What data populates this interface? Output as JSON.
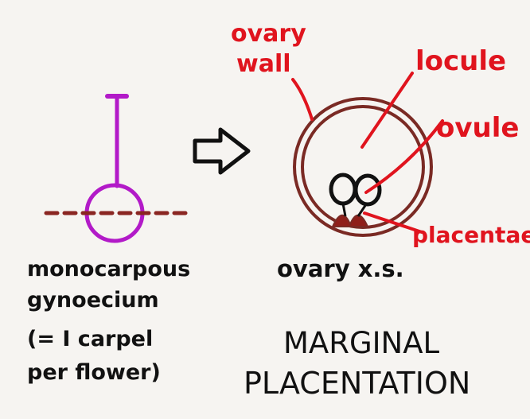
{
  "left_caption": {
    "line1": "monocarpous",
    "line2": "gynoecium",
    "line3": "(= I carpel",
    "line4": "per flower)"
  },
  "labels": {
    "ovary_wall_line1": "ovary",
    "ovary_wall_line2": "wall",
    "locule": "locule",
    "ovule": "ovule",
    "placentae": "placentae"
  },
  "right_caption": {
    "ovary_xs": "ovary x.s.",
    "title_line1": "MARGINAL",
    "title_line2": "PLACENTATION"
  },
  "colors": {
    "background": "#f6f4f1",
    "ink": "#111111",
    "label_red": "#e0141e",
    "carpel_purple": "#b21ac8",
    "placenta_dashes": "#8a2622",
    "ovary_wall": "#7a2a24",
    "placenta_fill": "#8f1f1a"
  }
}
